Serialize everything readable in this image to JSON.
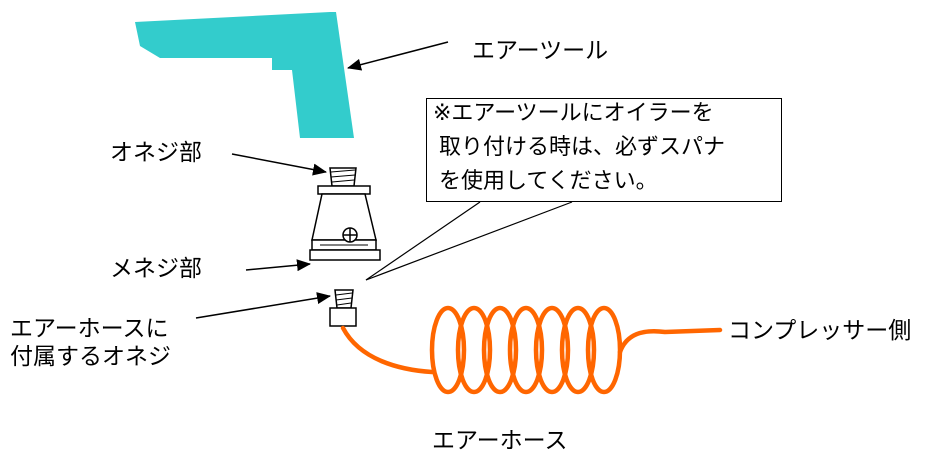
{
  "labels": {
    "air_tool": "エアーツール",
    "male_thread": "オネジ部",
    "female_thread": "メネジ部",
    "hose_thread_line1": "エアーホースに",
    "hose_thread_line2": "付属するオネジ",
    "compressor_side": "コンプレッサー側",
    "air_hose": "エアーホース"
  },
  "note": {
    "line1": "※エアーツールにオイラーを",
    "line2": "取り付ける時は、必ずスパナ",
    "line3": "を使用してください。"
  },
  "colors": {
    "tool": "#33cccc",
    "hose": "#ff6600",
    "line": "#000000"
  }
}
